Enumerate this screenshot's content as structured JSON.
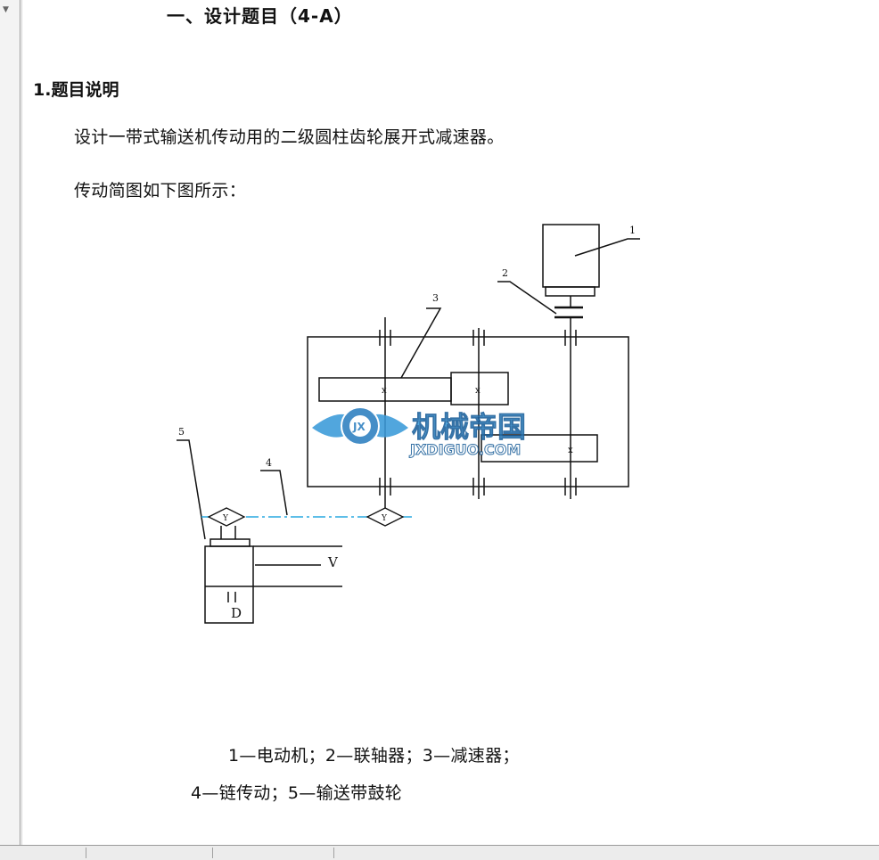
{
  "document": {
    "heading": "一、设计题目（4-A）",
    "section_title": "1.题目说明",
    "paragraph_1": "设计一带式输送机传动用的二级圆柱齿轮展开式减速器。",
    "paragraph_2": "传动简图如下图所示：",
    "legend_line_1": "1—电动机；2—联轴器；3—减速器；",
    "legend_line_2": "4—链传动；5—输送带鼓轮"
  },
  "diagram": {
    "callouts": [
      "1",
      "2",
      "3",
      "4",
      "5"
    ],
    "gear_marks": [
      "x",
      "x",
      "x"
    ],
    "chain_marks": [
      "Y",
      "Y"
    ],
    "drum_labels": {
      "velocity": "V",
      "diameter": "D"
    }
  },
  "watermark": {
    "emblem": "JX",
    "title": "机械帝国",
    "url": "JXDIGUO.COM"
  },
  "colors": {
    "line": "#111111",
    "chain": "#29a9e0",
    "watermark": "#3a9ad9"
  }
}
